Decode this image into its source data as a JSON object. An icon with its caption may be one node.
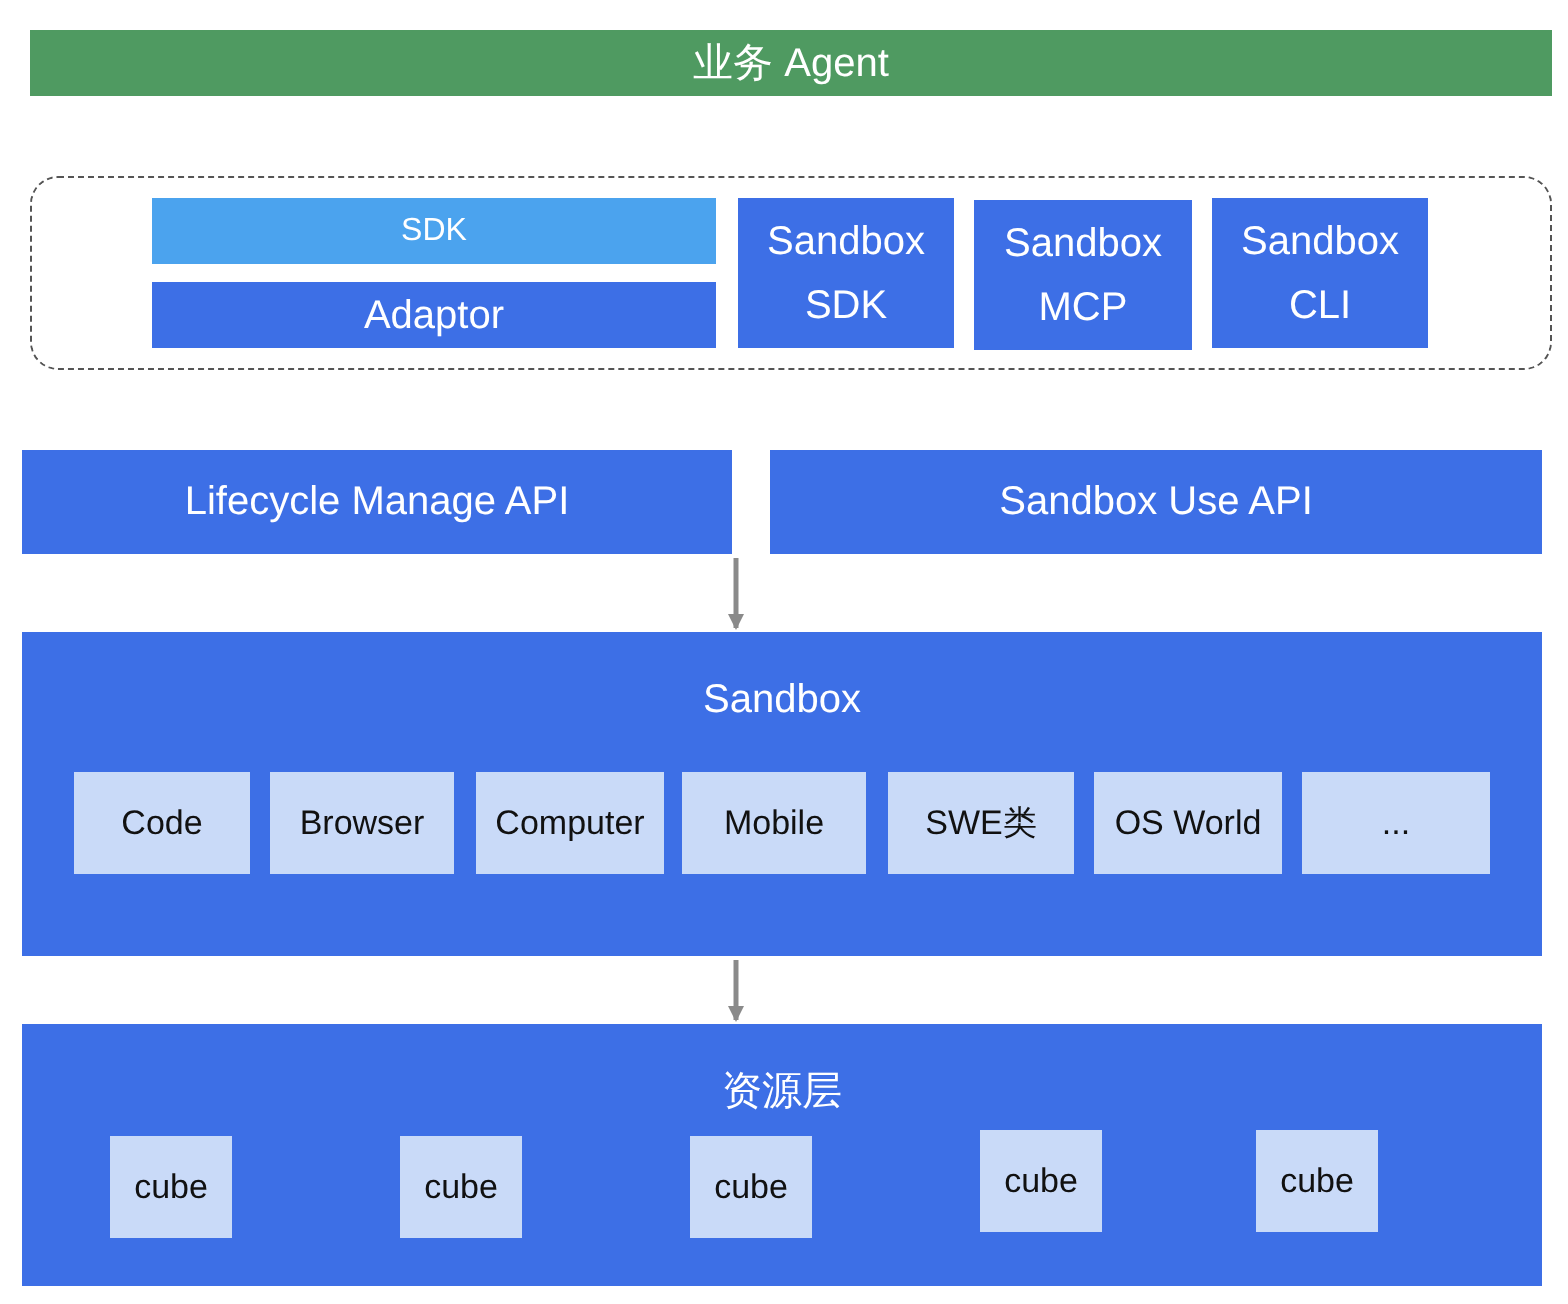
{
  "diagram": {
    "nodes": [
      {
        "text": [
          "业务 Agent"
        ]
      },
      {
        "text": [],
        "shape": "box"
      },
      {
        "text": [
          "SDK"
        ],
        "in": 1
      },
      {
        "text": [
          "Adaptor"
        ],
        "in": 1
      },
      {
        "text": [
          "Sandbox SDK"
        ],
        "in": 1
      },
      {
        "text": [
          "Sandbox MCP"
        ],
        "in": 1
      },
      {
        "text": [
          "Sandbox CLI"
        ],
        "in": 1
      },
      {
        "text": [
          "Lifecycle Manage API"
        ]
      },
      {
        "text": [
          "Sandbox Use API"
        ]
      },
      {
        "text": [
          "Sandbox"
        ]
      },
      {
        "text": [
          "Code"
        ],
        "in": 9
      },
      {
        "text": [
          "Browser"
        ],
        "in": 9
      },
      {
        "text": [
          "Computer"
        ],
        "in": 9
      },
      {
        "text": [
          "Mobile"
        ],
        "in": 9
      },
      {
        "text": [
          "SWE类"
        ],
        "in": 9
      },
      {
        "text": [
          "OS World"
        ],
        "in": 9
      },
      {
        "text": [
          "..."
        ],
        "in": 9
      },
      {
        "text": [
          "资源层"
        ]
      },
      {
        "text": [
          "cube"
        ],
        "in": 17
      },
      {
        "text": [
          "cube"
        ],
        "in": 17
      },
      {
        "text": [
          "cube"
        ],
        "in": 17
      },
      {
        "text": [
          "cube"
        ],
        "in": 17
      },
      {
        "text": [
          "cube"
        ],
        "in": 17
      }
    ],
    "edges": [
      {
        "from": 7,
        "to": 9,
        "arrow": "to"
      },
      {
        "from": 9,
        "to": 17,
        "arrow": "to"
      }
    ]
  }
}
